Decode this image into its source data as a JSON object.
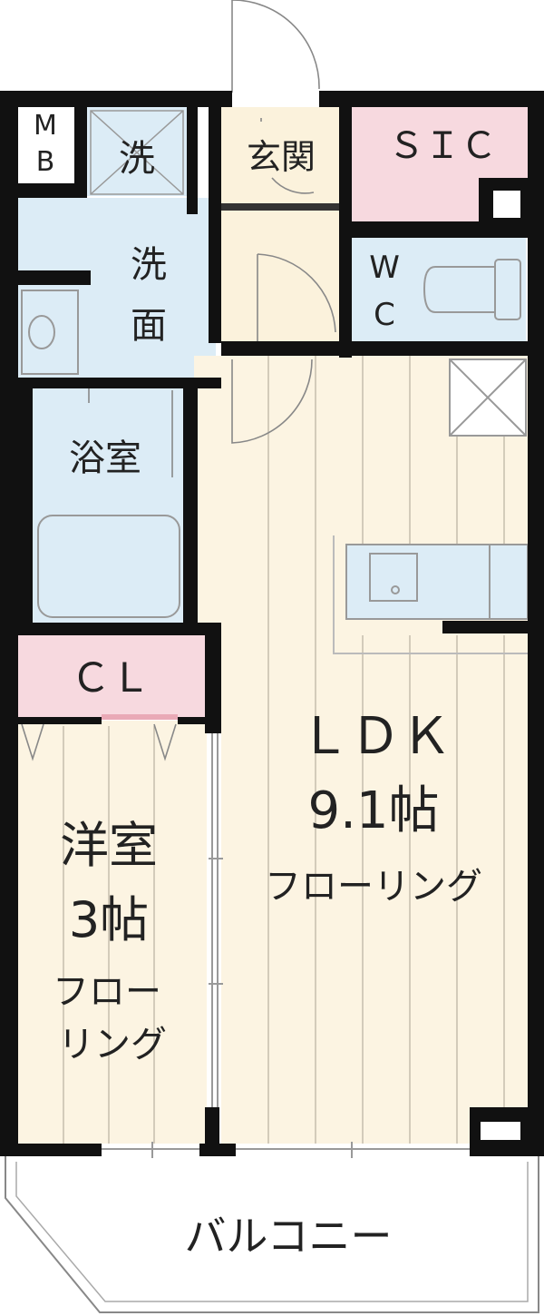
{
  "rooms": {
    "mb": {
      "line1": "M",
      "line2": "B"
    },
    "laundry": {
      "label": "洗"
    },
    "washroom": {
      "line1": "洗",
      "line2": "面"
    },
    "bath": {
      "label": "浴室"
    },
    "entrance": {
      "label": "玄関"
    },
    "sic": {
      "label": "ＳＩＣ"
    },
    "wc": {
      "line1": "W",
      "line2": "C"
    },
    "closet": {
      "label": "ＣＬ"
    },
    "ldk": {
      "line1": "ＬＤＫ",
      "line2": "9.1帖",
      "line3": "フローリング"
    },
    "western": {
      "line1": "洋室",
      "line2": "3帖",
      "line3": "フロー",
      "line4": "リング"
    },
    "balcony": {
      "label": "バルコニー"
    }
  },
  "colors": {
    "wall": "#111111",
    "wet_area": "#dcecf6",
    "entrance_floor": "#fbf2dc",
    "storage": "#f7d9df",
    "flooring": "#fcf4e2",
    "line": "#999999"
  }
}
